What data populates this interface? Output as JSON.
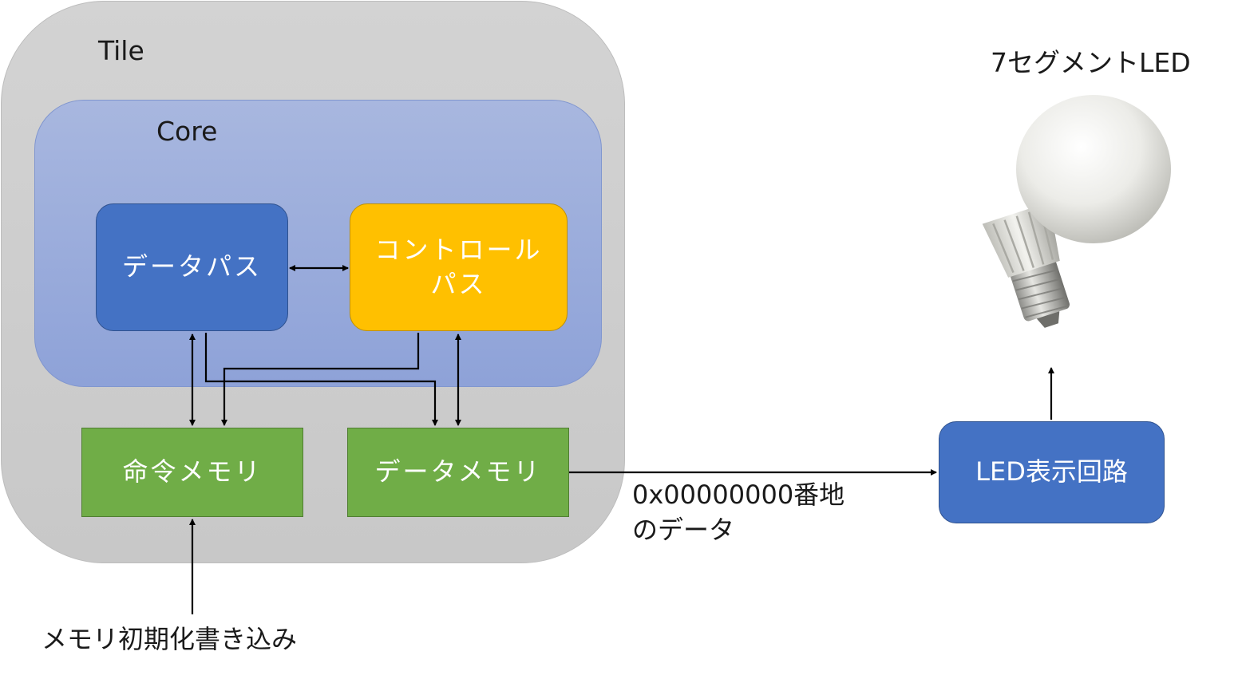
{
  "tile": {
    "label": "Tile"
  },
  "core": {
    "label": "Core"
  },
  "datapath": {
    "label": "データパス"
  },
  "controlpath": {
    "line1": "コントロール",
    "line2": "パス"
  },
  "instruction_memory": {
    "label": "命令メモリ"
  },
  "data_memory": {
    "label": "データメモリ"
  },
  "led_circuit": {
    "label": "LED表示回路"
  },
  "address_note": {
    "line1": "0x00000000番地",
    "line2": "のデータ"
  },
  "memory_init": {
    "label": "メモリ初期化書き込み"
  },
  "seven_segment": {
    "label": "7セグメントLED",
    "icon": "light-bulb-icon"
  },
  "colors": {
    "tile": "#cccccc",
    "core": "#9aaddb",
    "datapath": "#4472c4",
    "controlpath": "#ffc000",
    "memory": "#70ad47",
    "led_circuit": "#4472c4"
  }
}
